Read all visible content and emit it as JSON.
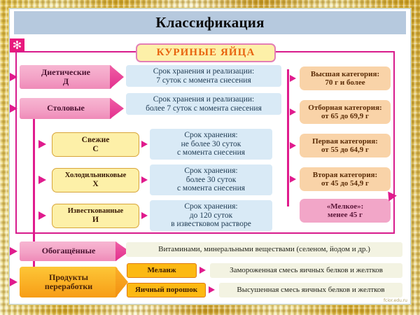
{
  "slide": {
    "title": "Классификация",
    "bullet_icon": "asterisk-icon",
    "watermark": "fcior.edu.ru",
    "accent_color": "#e01b8d",
    "title_bar_color": "#b6c9de"
  },
  "root": {
    "label": "КУРИНЫЕ ЯЙЦА"
  },
  "freshness": {
    "items": [
      {
        "name": "Диетические",
        "code": "Д",
        "detail": [
          "Срок хранения и реализации:",
          "7 суток с момента снесения"
        ]
      },
      {
        "name": "Столовые",
        "code": "",
        "detail": [
          "Срок хранения и реализации:",
          "более 7 суток с момента снесения"
        ]
      }
    ],
    "table_items": [
      {
        "name": "Свежие",
        "code": "С",
        "detail": [
          "Срок хранения:",
          "не более 30 суток",
          "с момента снесения"
        ]
      },
      {
        "name": "Холодильниковые",
        "code": "Х",
        "detail": [
          "Срок хранения:",
          "более 30 суток",
          "с момента снесения"
        ]
      },
      {
        "name": "Известкованные",
        "code": "И",
        "detail": [
          "Срок хранения:",
          "до 120 суток",
          "в известковом растворе"
        ]
      }
    ]
  },
  "categories": [
    {
      "name": "Высшая категория:",
      "mass": "70 г и более"
    },
    {
      "name": "Отборная категория:",
      "mass": "от 65 до 69,9 г"
    },
    {
      "name": "Первая категория:",
      "mass": "от 55 до 64,9 г"
    },
    {
      "name": "Вторая категория:",
      "mass": "от 45 до 54,9 г"
    },
    {
      "name": "«Мелкое»:",
      "mass": "менее 45 г"
    }
  ],
  "bottom": {
    "enriched": {
      "label": "Обогащённые",
      "detail": "Витаминами, минеральными веществами (селеном, йодом и др.)"
    },
    "processed": {
      "label_line1": "Продукты",
      "label_line2": "переработки",
      "items": [
        {
          "name": "Меланж",
          "detail": "Замороженная смесь яичных белков и желтков"
        },
        {
          "name": "Яичный порошок",
          "detail": "Высушенная смесь яичных белков и желтков"
        }
      ]
    }
  }
}
